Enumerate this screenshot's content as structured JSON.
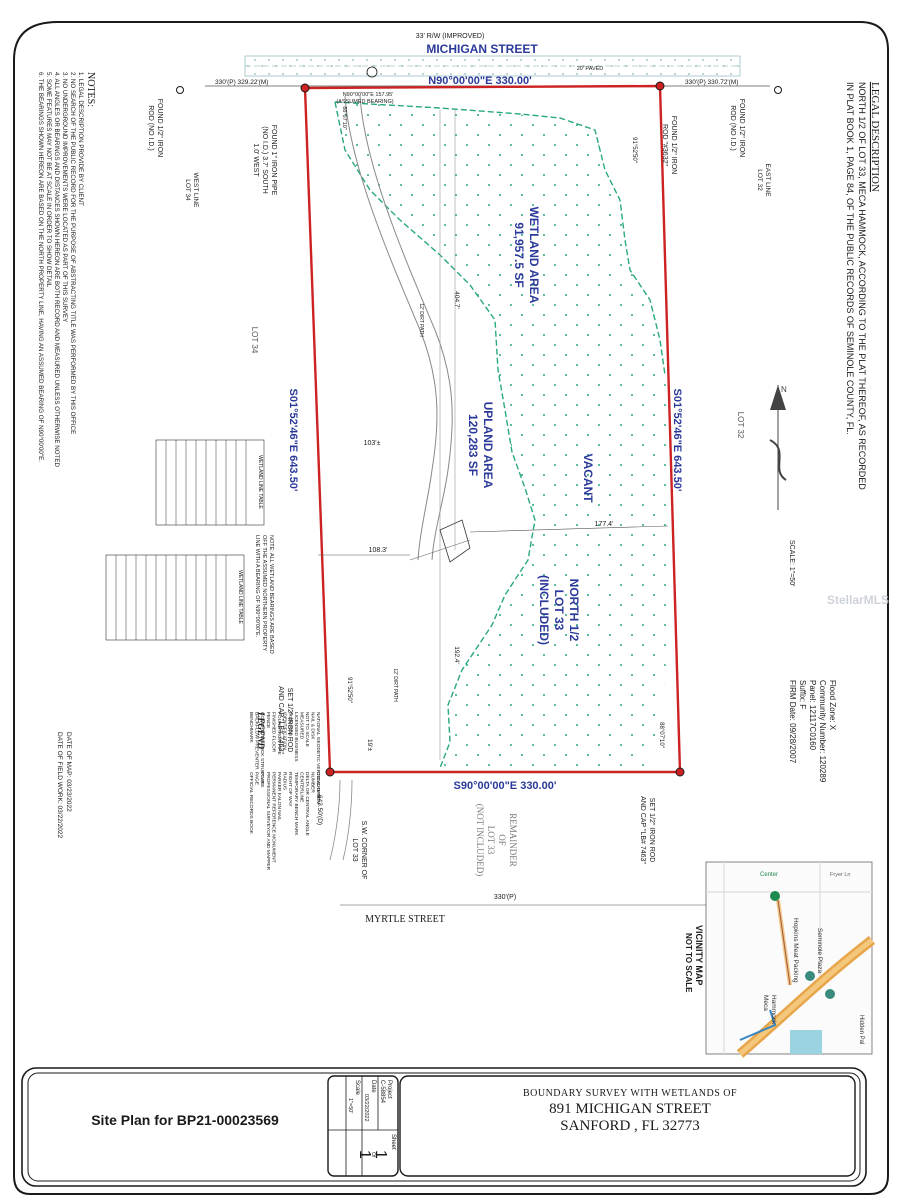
{
  "street_top": {
    "row": "33' R/W (IMPROVED)",
    "name": "MICHIGAN STREET",
    "paved": "20' PAVED"
  },
  "street_bottom": {
    "name": "MYRTLE STREET",
    "dim": "330'(P)"
  },
  "bearings": {
    "north": "N90°00'00\"E   330.00'",
    "south": "S90°00'00\"E   330.00'",
    "west": "S01°52'46\"E   643.50'",
    "east": "S01°52'46\"E   643.50'",
    "assumed": "N90°00'00\"E  157.95'",
    "assumed_note": "(ASSUMED BEARING)",
    "west_angle": "91°52'50\"",
    "east_angle": "88°07'10\""
  },
  "top_dims": {
    "left": "330'(P) 329.22'(M)",
    "right": "330'(P) 330.72'(M)"
  },
  "areas": {
    "wetland_label": "WETLAND AREA",
    "wetland_sf": "91,957.5 SF",
    "upland_label": "UPLAND AREA",
    "upland_sf": "120,283 SF",
    "vacant": "VACANT",
    "north_half": [
      "NORTH 1/2",
      "LOT 33",
      "(INCLUDED)"
    ],
    "remainder": [
      "REMAINDER",
      "OF",
      "LOT 33",
      "(NOT INCLUDED)"
    ]
  },
  "dims": {
    "d1774": "177.4'",
    "d1083": "108.3'",
    "d103": "103'±",
    "d4047": "404.7'",
    "d1924": "192.4'",
    "d19": "19'±",
    "d643d": "643.50'(D)"
  },
  "lots": {
    "lot34": "LOT 34",
    "lot32": "LOT 32",
    "west_line": [
      "WEST LINE",
      "LOT 34"
    ],
    "east_line": [
      "EAST LINE",
      "LOT 32"
    ]
  },
  "monuments": {
    "found_iron_rod_left": [
      "FOUND 1/2\" IRON",
      "ROD (NO I.D.)"
    ],
    "found_iron_pipe": [
      "FOUND 1\" IRON PIPE",
      "(NO I.D.) 3.7' SOUTH",
      "1.0' WEST"
    ],
    "found_rod_ne": [
      "FOUND 1/2\" IRON",
      "ROD \"#3632\""
    ],
    "found_rod_right": [
      "FOUND 1/2\" IRON",
      "ROD (NO I.D.)"
    ],
    "set_rod_sw": [
      "SET 1/2\" IRON ROD",
      "AND CAP \"LB# 7463\""
    ],
    "set_rod_se": [
      "SET 1/2\" IRON ROD",
      "AND CAP \"LB# 7463\""
    ],
    "sw_corner": [
      "S.W. CORNER OF",
      "LOT 33"
    ]
  },
  "dirt_path": {
    "upper": "12' DIRT PATH",
    "lower": "12' DIRT PATH"
  },
  "legal": {
    "title": "LEGAL DESCRIPTION",
    "line1": "NORTH 1/2 OF LOT 33, MECA HAMMOCK, ACCORDING TO THE PLAT THEREOF, AS RECORDED",
    "line2": "IN PLAT BOOK 1, PAGE 84, OF THE PUBLIC RECORDS OF SEMINOLE COUNTY, FL."
  },
  "notes": {
    "title": "NOTES:",
    "lines": [
      "1. LEGAL DESCRIPTION PROVIDE BY CLIENT",
      "2. NO SEARCH OF THE PUBLIC RECORD FOR THE PURPOSE OF ABSTRACTING TITLE WAS PERFORMED BY THIS OFFICE",
      "3. NO UNDERGROUND IMPROVEMENTS WERE LOCATED AS PART OF THIS SURVEY",
      "4. ALL ANGLES OR BEARINGS AND DISTANCES SHOWN HEREON ARE BOTH RECORD AND MEASURED UNLESS OTHERWISE NOTED",
      "5. SOME FEATURES MAY NOT BE AT SCALE IN ORDER TO SHOW DETAIL",
      "6. THE BEARINGS SHOWN HEREON ARE BASED ON THE NORTH PROPERTY LINE, HAVING AN ASSUMED BEARING OF N90°00'00\"E."
    ]
  },
  "wetland_note": [
    "NOTE: ALL WETLAND BEARINGS ARE BASED",
    "OFF THE ASSUMED NORTHERN PROPERTY",
    "LINE WITH A BEARING OF N90°00'00\"E."
  ],
  "wetland_table_title": "WETLAND LINE TABLE",
  "legend": {
    "title": "LEGEND",
    "items": [
      "BENCHMARK",
      "BACKFLOW PREVENTER",
      "CONCRETE BLOCK STRUCTURE",
      "FENCE",
      "FINISHED FLOOR",
      "FOUND IRON PIPE",
      "IDENTIFICATION",
      "IRON ROD",
      "LICENSED BUSINESS",
      "MEASURED",
      "NOT TO SCALE",
      "NAIL & DISK",
      "NATIONAL GEODETIC VERTICAL DATUM",
      "OFFICIAL RECORDS BOOK",
      "PAGE",
      "PLAT",
      "PROFESSIONAL SURVEYOR AND MAPPER",
      "PERMANENT REFERENCE MONUMENT",
      "PARKER KALON NAIL",
      "RADIUS",
      "RIGHT OF WAY",
      "TEMPORARY BENCH MARK",
      "CENTERLINE",
      "DELTA OR CENTRAL ANGLE",
      "NUMBER",
      "CONCRETE"
    ]
  },
  "dates": {
    "field": "DATE OF FIELD WORK: 03/22/2022",
    "map": "DATE OF MAP: 03/23/2022"
  },
  "flood": {
    "zone": "Flood Zone: X",
    "community": "Community Number: 120289",
    "panel": "Panel: 12117C0160",
    "suffix": "Suffix: F",
    "firm": "FIRM Date: 09/28/2007"
  },
  "scale": "SCALE: 1\"=50'",
  "vicinity": {
    "title": [
      "VICINITY MAP",
      "NOT TO SCALE"
    ],
    "labels": {
      "center": "Center",
      "hopkins": "Hopkins Meat Packing",
      "seminole": "Seminole Plaza",
      "meca": [
        "Meca",
        "Hammock"
      ],
      "hidden": "Hidden Pal",
      "fryer": "Fryer Ln"
    }
  },
  "watermark": "StellarMLS",
  "title_block": {
    "project_label": "Project",
    "project_value": "C-58854",
    "sheet_label": "Sheet",
    "date_label": "Date",
    "date_value": "03/22/2022",
    "scale_label": "Scale",
    "scale_value": "1\"=50'",
    "sheet_num": "1",
    "sheet_of": "Of",
    "sheet_total": "1"
  },
  "project_title": {
    "line1": "BOUNDARY SURVEY WITH WETLANDS OF",
    "line2": "891 MICHIGAN STREET",
    "line3": "SANFORD , FL 32773"
  },
  "site_plan": "Site Plan for BP21-00023569",
  "colors": {
    "boundary": "#cc2222",
    "wetland": "#2aa880",
    "label_blue": "#2b3a9a",
    "ink": "#1a1a1a",
    "water": "#9bd3e0"
  }
}
